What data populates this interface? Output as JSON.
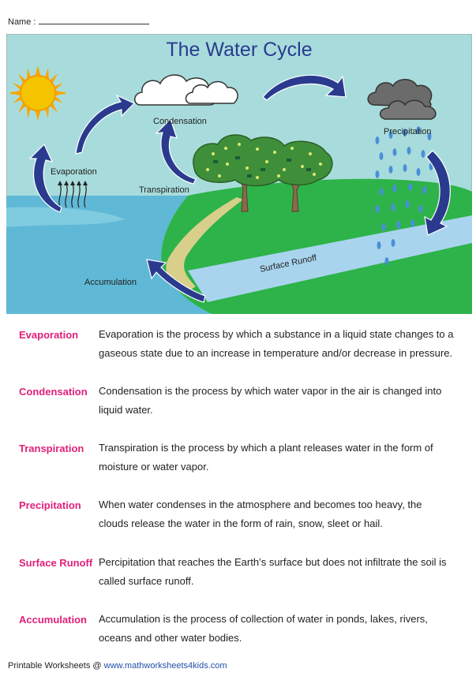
{
  "header": {
    "name_label": "Name :"
  },
  "diagram": {
    "title": "The Water Cycle",
    "labels": {
      "evaporation": "Evaporation",
      "condensation": "Condensation",
      "transpiration": "Transpiration",
      "precipitation": "Precipitation",
      "surface_runoff": "Surface Runoff",
      "accumulation": "Accumulation"
    },
    "colors": {
      "sky": "#a8dcdc",
      "water": "#5fb8d6",
      "land": "#2db34a",
      "river": "#a9d4ee",
      "sand": "#d8cf8a",
      "arrow": "#2a3a8e",
      "sun": "#f7b500",
      "title": "#2a3a8e"
    }
  },
  "glossary": [
    {
      "term": "Evaporation",
      "definition": "Evaporation is the process by which a substance in a liquid state changes to a gaseous state due to an increase in temperature and/or decrease in pressure."
    },
    {
      "term": "Condensation",
      "definition": "Condensation is the process by which water vapor in the air is changed into liquid water."
    },
    {
      "term": "Transpiration",
      "definition": "Transpiration is the process by which a plant releases water in the form of moisture or water vapor."
    },
    {
      "term": "Precipitation",
      "definition": "When water condenses in the atmosphere and becomes too heavy, the clouds release the water in the form of rain, snow, sleet or hail."
    },
    {
      "term": "Surface Runoff",
      "definition": "Percipitation that reaches the Earth’s surface but does not infiltrate the soil is called surface runoff."
    },
    {
      "term": "Accumulation",
      "definition": "Accumulation is the process of collection of water in ponds, lakes, rivers, oceans and other water bodies."
    }
  ],
  "footer": {
    "label": "Printable Worksheets @",
    "link": "www.mathworksheets4kids.com"
  }
}
